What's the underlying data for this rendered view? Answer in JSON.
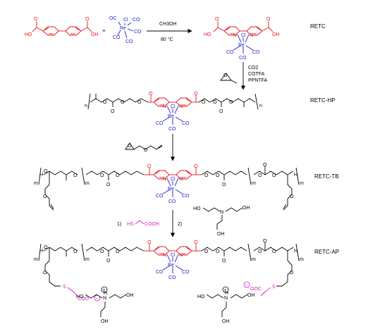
{
  "compounds": {
    "retc": "RETC",
    "retc_hp": "RETC-HP",
    "retc_tb": "RETC-TB",
    "retc_ap": "RETC-AP"
  },
  "reagents": {
    "step1_solvent": "CH3OH",
    "step1_temp": "80 °C",
    "step2_co2": "CO2",
    "step2_catalyst": "COTFA",
    "step2_cocatalyst": "PPNTFA",
    "step4_first": "1)",
    "step4_second": "2)",
    "thiol_acid": "HS",
    "thiol_acid_tail": "COOH",
    "plus": "+"
  },
  "atoms": {
    "re": "Re",
    "cl": "Cl",
    "co": "CO",
    "oc": "OC",
    "ho": "HO",
    "oh": "OH",
    "o": "O",
    "n": "N",
    "s": "S",
    "h": "H",
    "n_sub": "n",
    "m_sub": "m",
    "coo": "COO",
    "ooc": "OOC",
    "plus_charge": "+",
    "minus_charge": "−"
  },
  "colors": {
    "ligand": "#e8141b",
    "metal": "#1a1acc",
    "thiol": "#d81ec8",
    "structure": "#000000"
  }
}
